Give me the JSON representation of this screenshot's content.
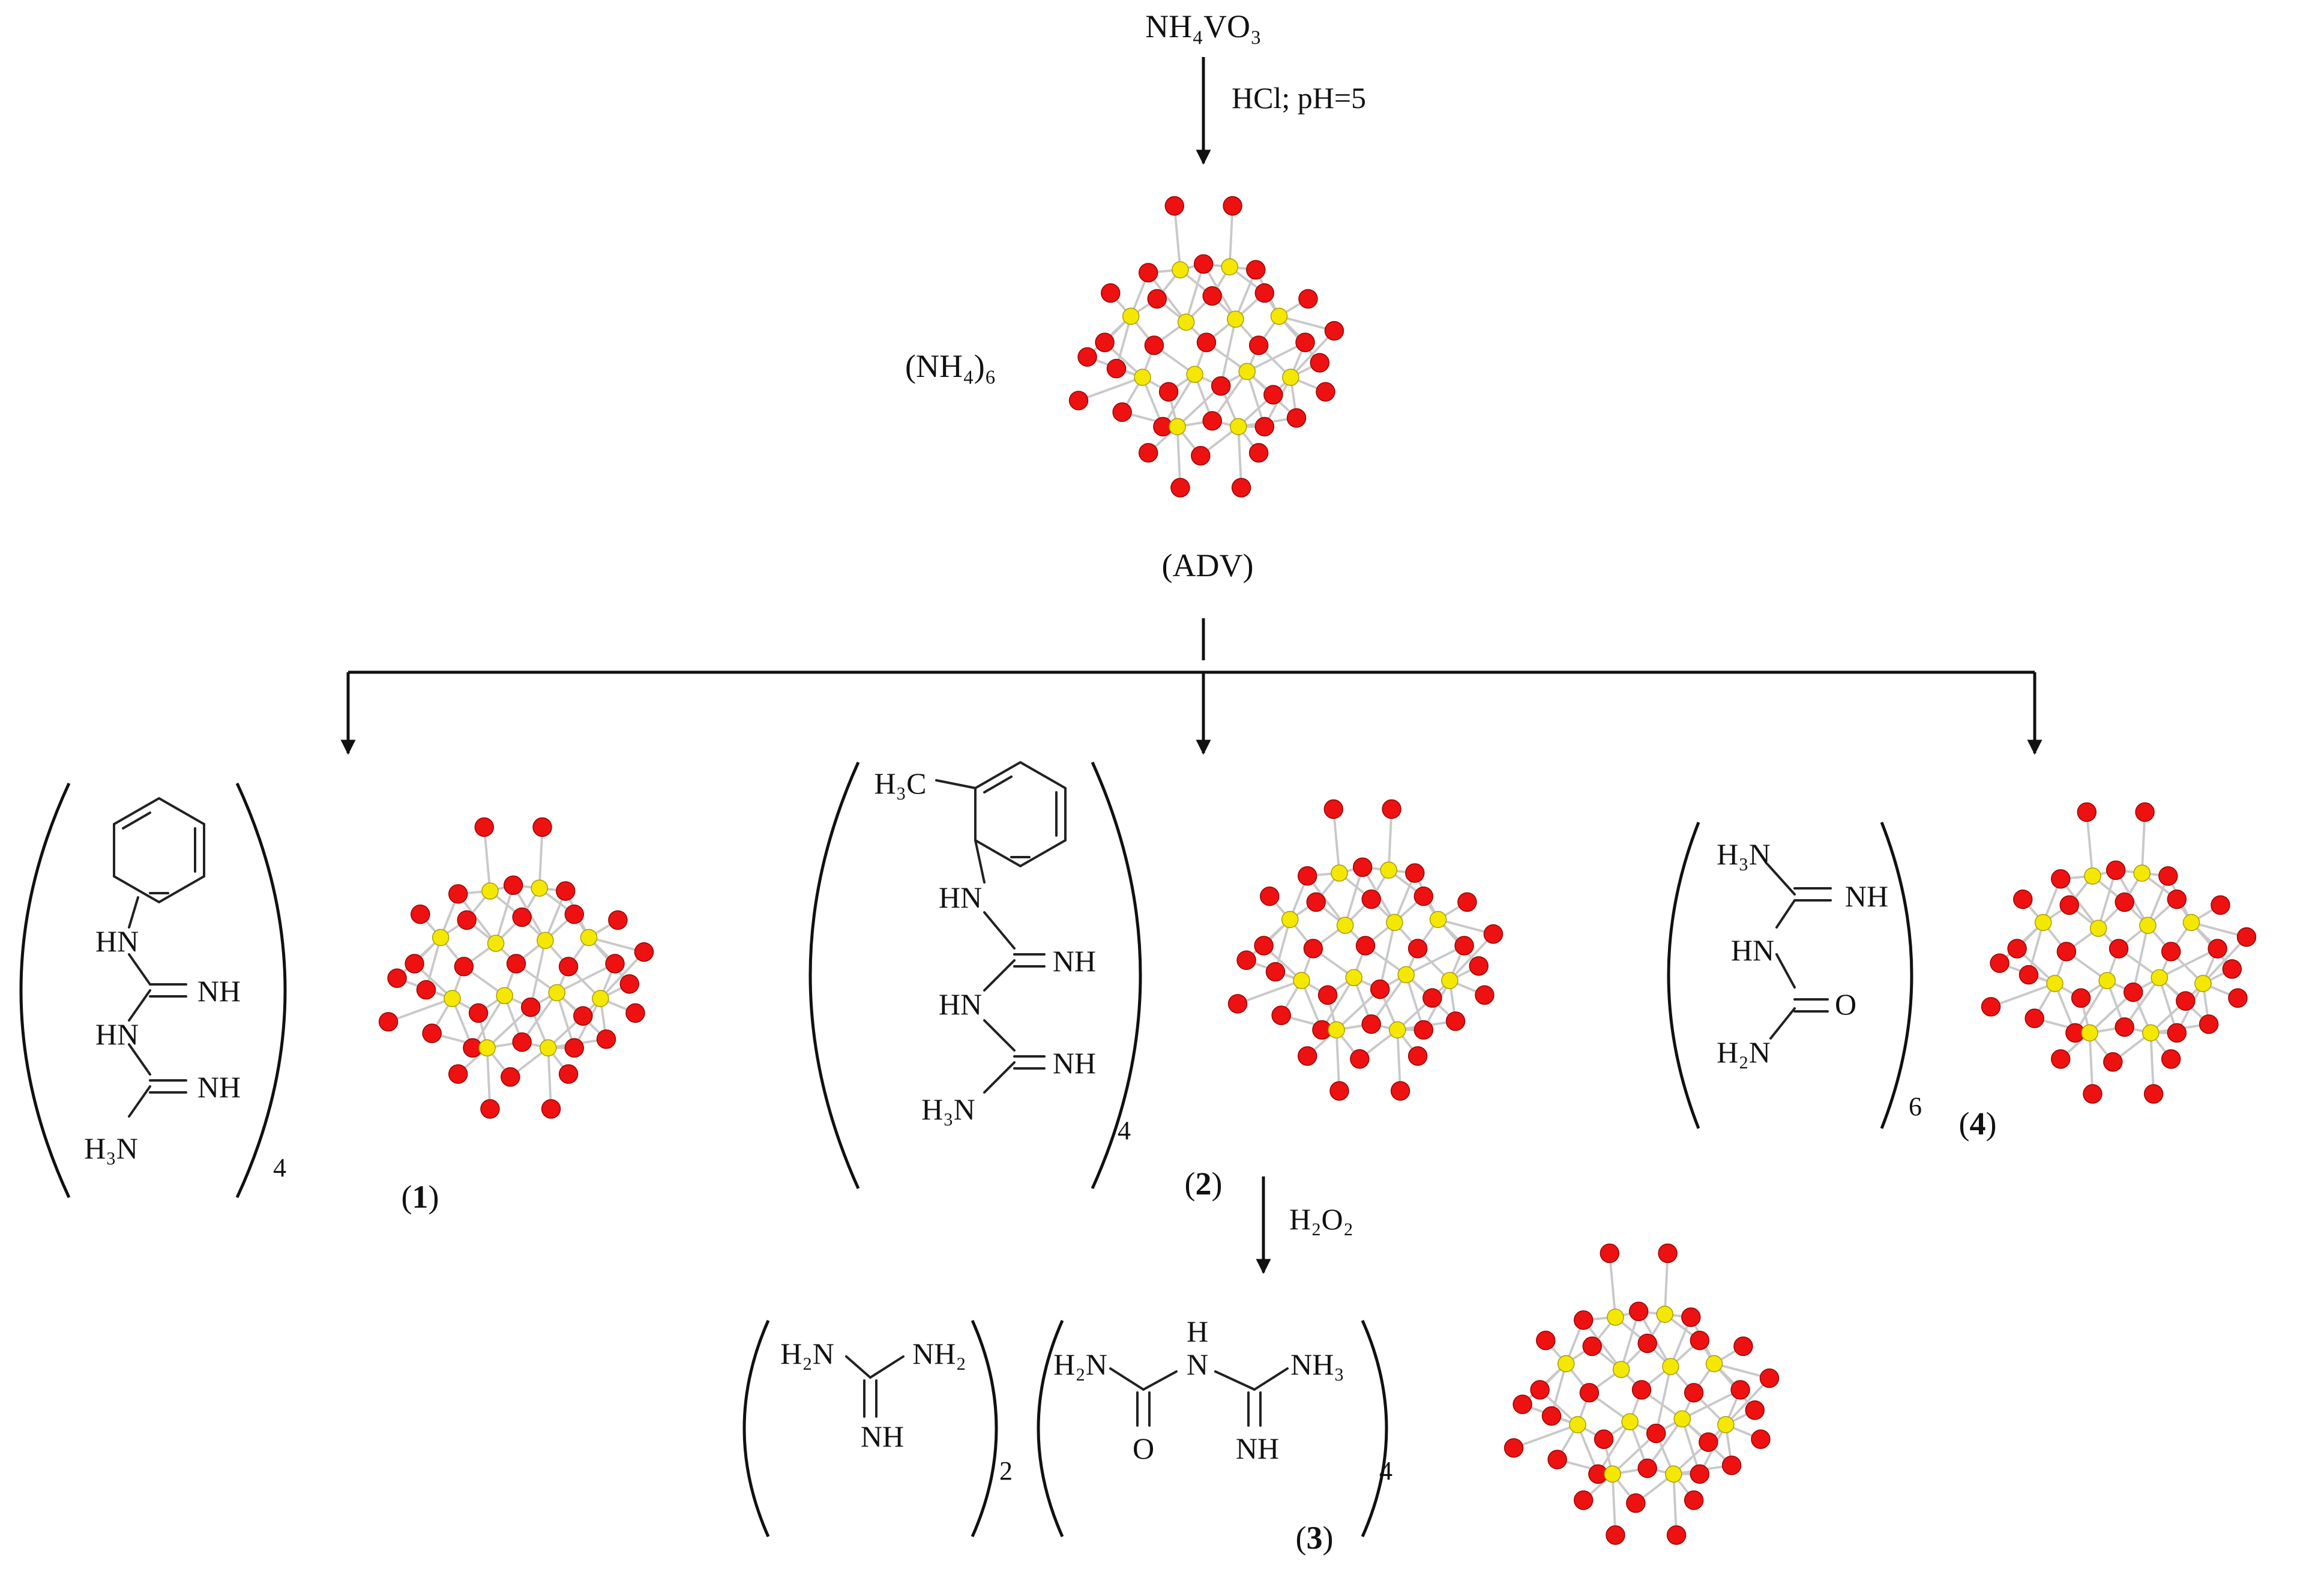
{
  "scheme": {
    "start_reagent": "NH₄VO₃",
    "step1_condition": "HCl; pH=5",
    "adv_counter_ion": "(NH₄)₆",
    "adv_label": "(ADV)",
    "step2_condition": "H₂O₂"
  },
  "compounds": [
    {
      "id": "1",
      "label_num": "1",
      "cation_multiplier": "4",
      "ligand_labels": [
        "HN",
        "HN",
        "NH",
        "NH",
        "H₃N"
      ]
    },
    {
      "id": "2",
      "label_num": "2",
      "cation_multiplier": "4",
      "ligand_labels": [
        "H₃C",
        "HN",
        "HN",
        "NH",
        "NH",
        "H₃N"
      ]
    },
    {
      "id": "3",
      "label_num": "3",
      "cation_a_multiplier": "2",
      "cation_b_multiplier": "4",
      "cation_a_labels": [
        "H₂N",
        "NH₂",
        "NH"
      ],
      "cation_b_labels": [
        "H₂N",
        "H",
        "N",
        "NH₃",
        "O",
        "NH"
      ]
    },
    {
      "id": "4",
      "label_num": "4",
      "cation_multiplier": "6",
      "ligand_labels": [
        "H₃N",
        "NH",
        "HN",
        "O",
        "H₂N"
      ]
    }
  ],
  "colors": {
    "vanadium": "#f5e800",
    "oxygen": "#ee1111",
    "bond": "#c9c9c9",
    "line": "#111111"
  },
  "icons": [
    "decavanadate-cluster",
    "benzene-ring"
  ]
}
